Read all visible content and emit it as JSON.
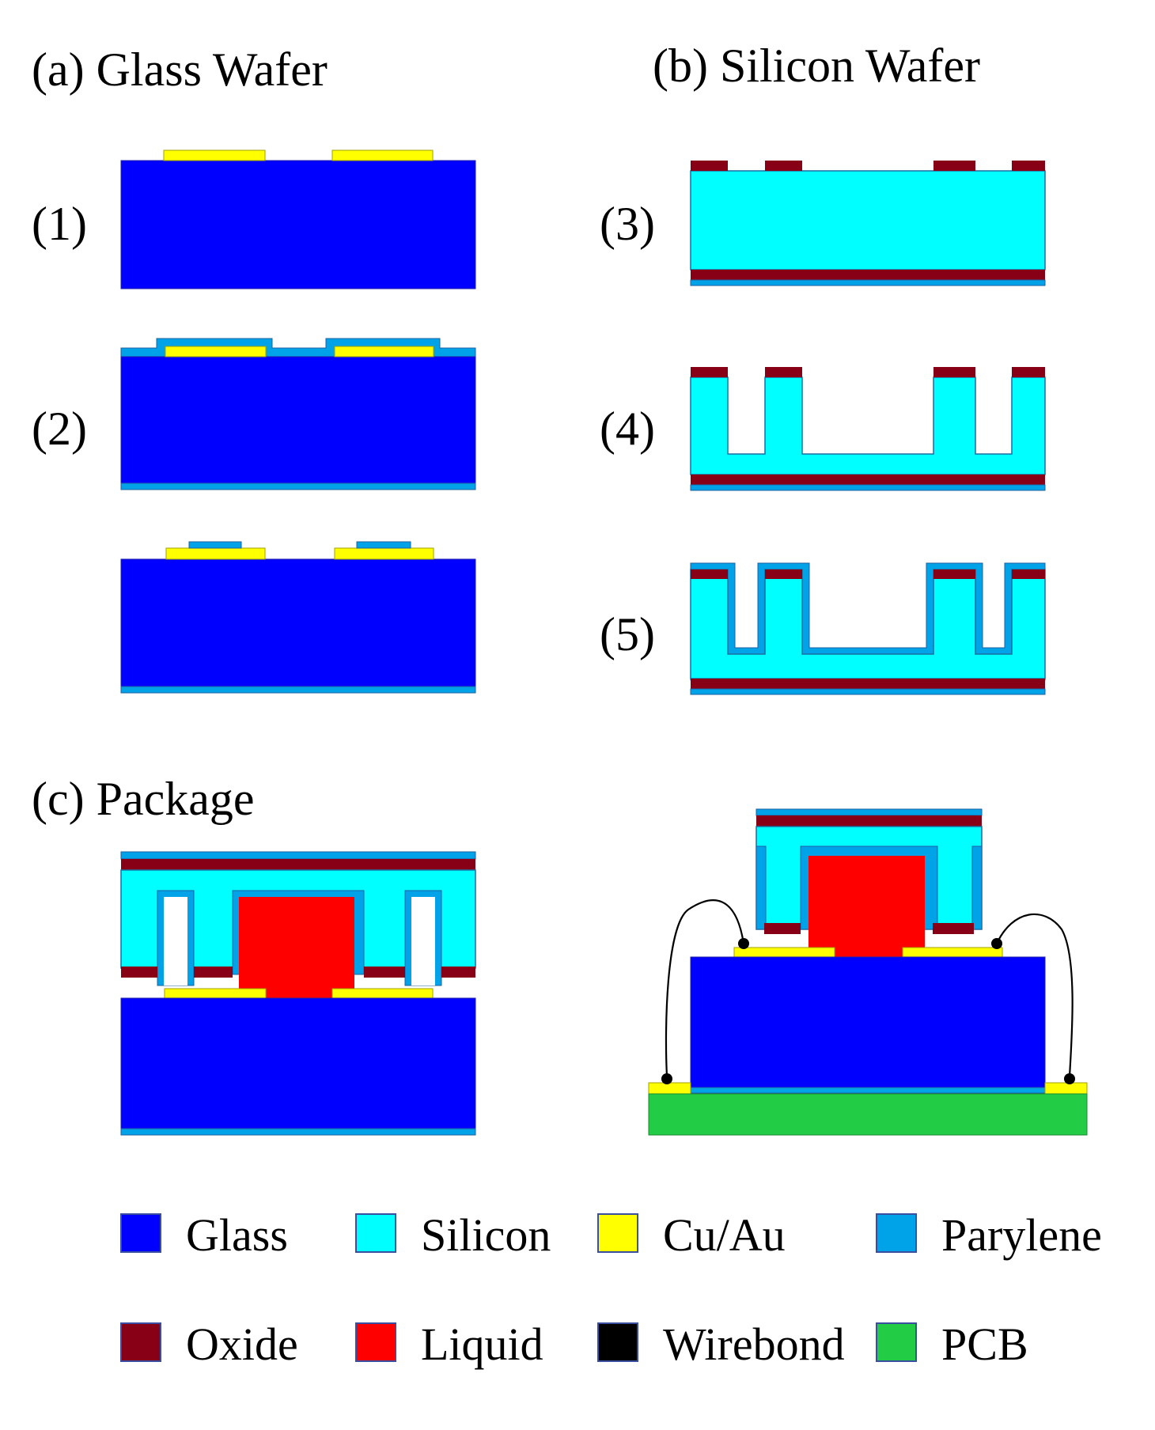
{
  "headings": {
    "a": "(a) Glass Wafer",
    "b": "(b) Silicon Wafer",
    "c": "(c) Package"
  },
  "steps": {
    "s1": "(1)",
    "s2": "(2)",
    "s3": "(3)",
    "s4": "(4)",
    "s5": "(5)"
  },
  "legend": [
    {
      "label": "Glass",
      "color": "#0000ff"
    },
    {
      "label": "Silicon",
      "color": "#00ffff"
    },
    {
      "label": "Cu/Au",
      "color": "#ffff00"
    },
    {
      "label": "Parylene",
      "color": "#00a2e8"
    },
    {
      "label": "Oxide",
      "color": "#880015"
    },
    {
      "label": "Liquid",
      "color": "#ff0000"
    },
    {
      "label": "Wirebond",
      "color": "#000000"
    },
    {
      "label": "PCB",
      "color": "#22cc44"
    }
  ]
}
